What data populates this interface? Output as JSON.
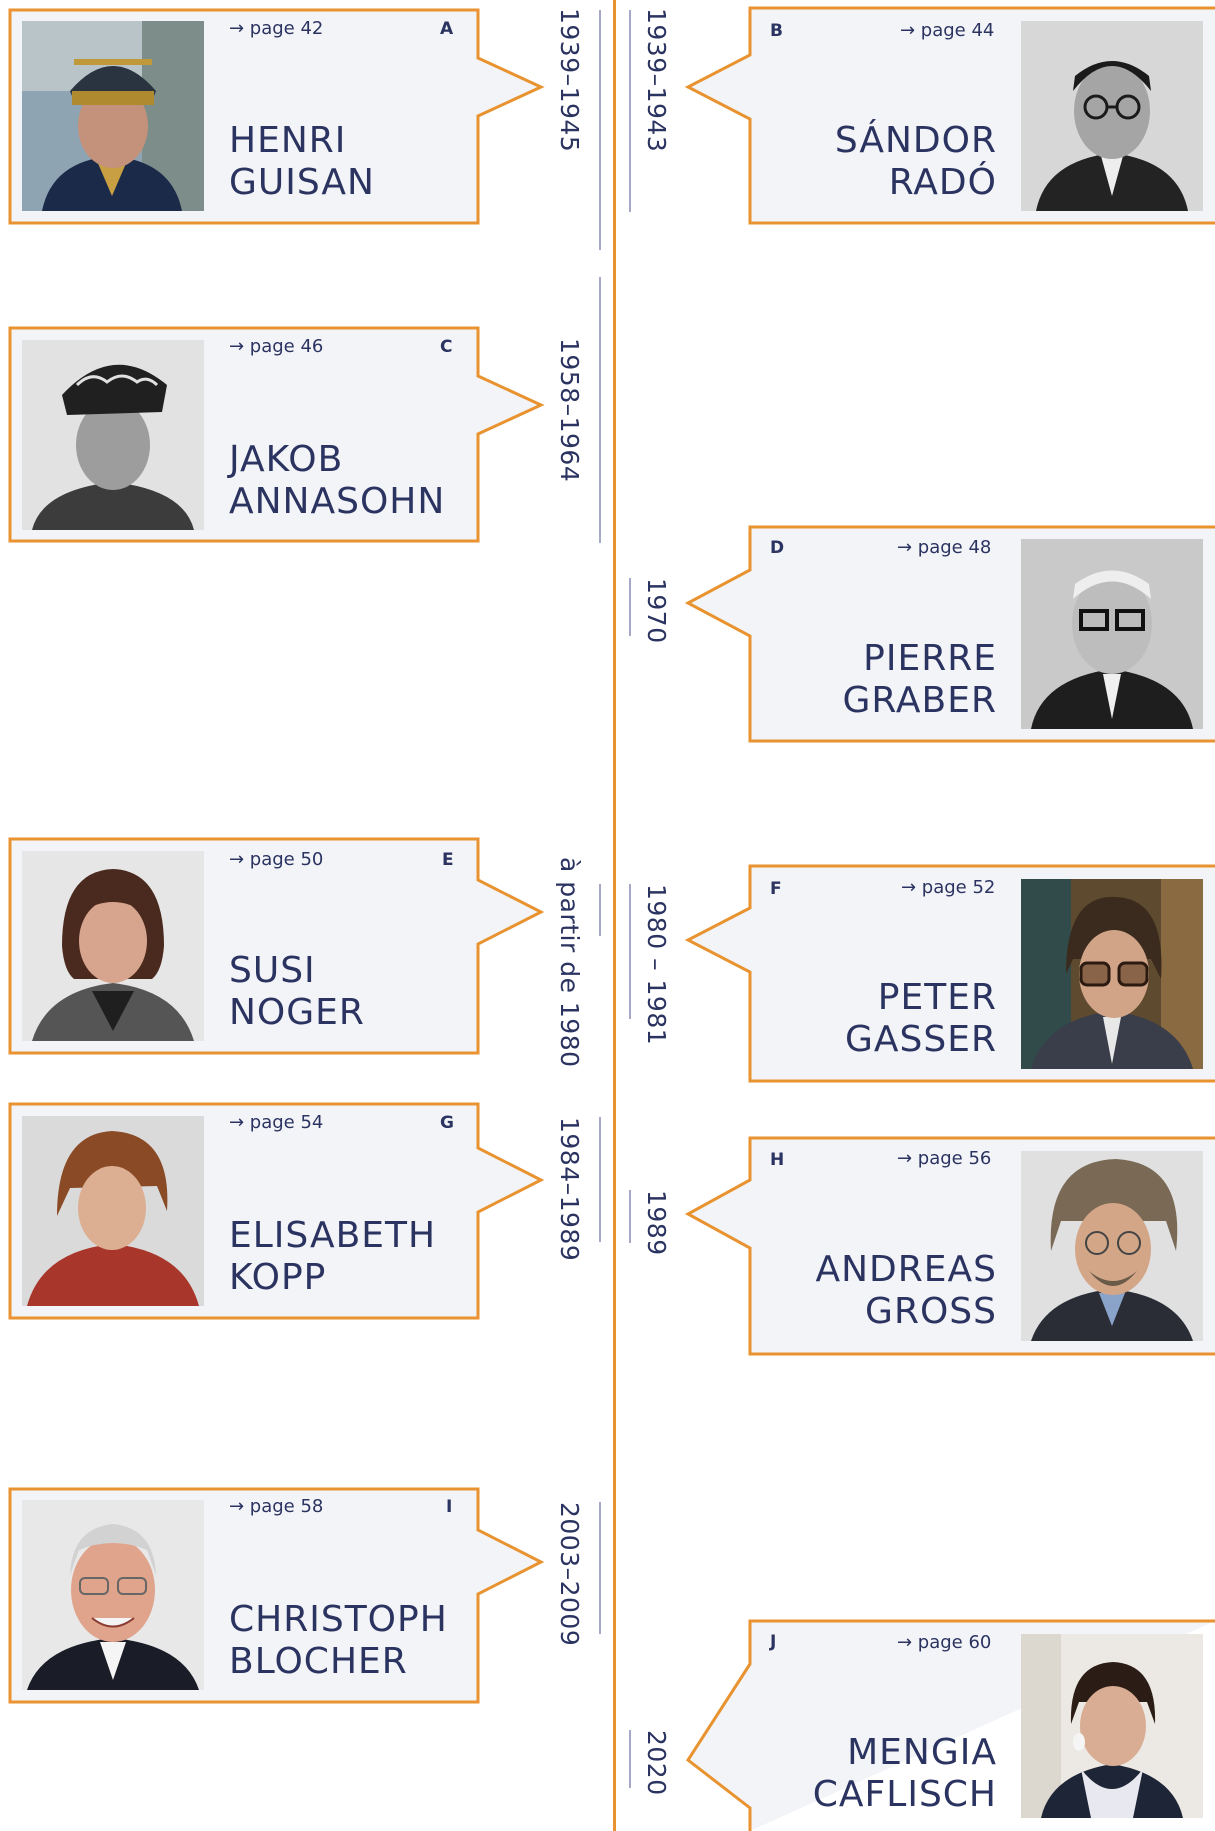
{
  "persons": [
    {
      "letter": "A",
      "page": "→ page 42",
      "first": "HENRI",
      "last": "GUISAN",
      "dates": "1939–1945"
    },
    {
      "letter": "B",
      "page": "→ page 44",
      "first": "SÁNDOR",
      "last": "RADÓ",
      "dates": "1939–1943"
    },
    {
      "letter": "C",
      "page": "→ page 46",
      "first": "JAKOB",
      "last": "ANNASOHN",
      "dates": "1958–1964"
    },
    {
      "letter": "D",
      "page": "→ page 48",
      "first": "PIERRE",
      "last": "GRABER",
      "dates": "1970"
    },
    {
      "letter": "E",
      "page": "→ page 50",
      "first": "SUSI",
      "last": "NOGER",
      "dates": "à partir de 1980"
    },
    {
      "letter": "F",
      "page": "→ page 52",
      "first": "PETER",
      "last": "GASSER",
      "dates": "1980 – 1981"
    },
    {
      "letter": "G",
      "page": "→ page 54",
      "first": "ELISABETH",
      "last": "KOPP",
      "dates": "1984–1989"
    },
    {
      "letter": "H",
      "page": "→ page 56",
      "first": "ANDREAS",
      "last": "GROSS",
      "dates": "1989"
    },
    {
      "letter": "I",
      "page": "→ page 58",
      "first": "CHRISTOPH",
      "last": "BLOCHER",
      "dates": "2003–2009"
    },
    {
      "letter": "J",
      "page": "→ page 60",
      "first": "MENGIA",
      "last": "CAFLISCH",
      "dates": "2020"
    }
  ],
  "colors": {
    "accent": "#e8932f",
    "card_bg": "#f3f4f8",
    "text": "#2b3360",
    "bar": "#a5a8c6"
  }
}
